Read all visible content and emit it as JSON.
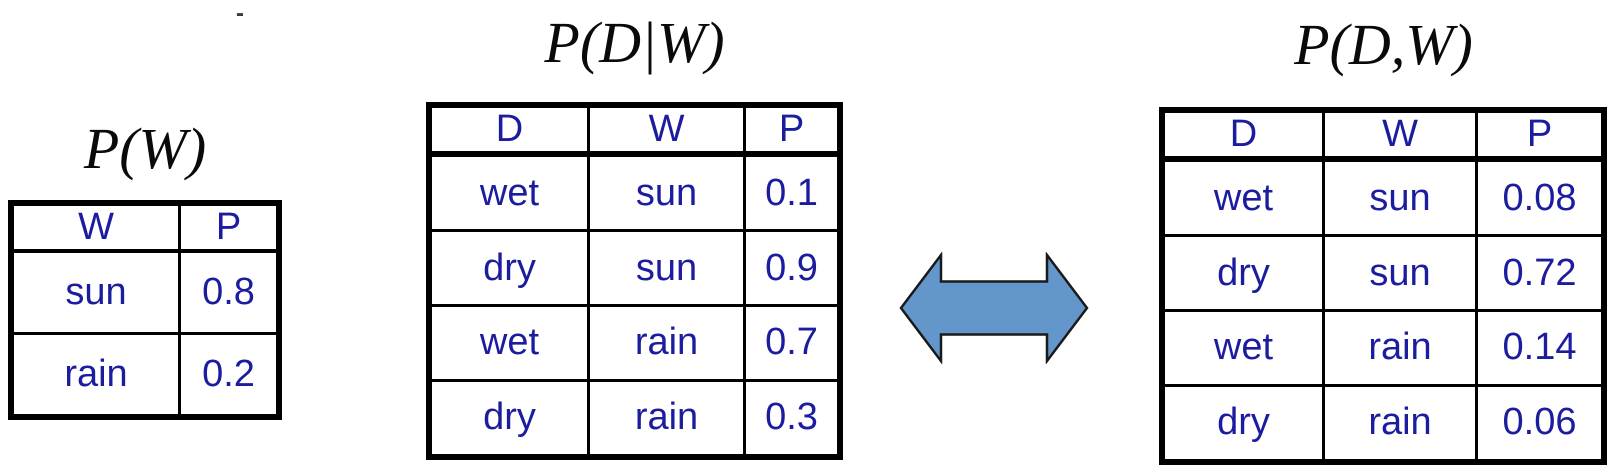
{
  "marks": {
    "top_dash": "-"
  },
  "colors": {
    "background": "#ffffff",
    "table_text": "#1c1c9e",
    "table_border": "#000000",
    "title_text": "#0a0a0a",
    "arrow_fill": "#6396cb",
    "arrow_stroke": "#1a1a1a"
  },
  "arrow": {
    "icon": "double-headed-arrow-icon",
    "direction": "horizontal",
    "meaning": "equivalence between conditional and joint tables"
  },
  "tables": {
    "prior": {
      "title": "P(W)",
      "headers": [
        "W",
        "P"
      ],
      "rows": [
        [
          "sun",
          "0.8"
        ],
        [
          "rain",
          "0.2"
        ]
      ]
    },
    "conditional": {
      "title": "P(D|W)",
      "headers": [
        "D",
        "W",
        "P"
      ],
      "rows": [
        [
          "wet",
          "sun",
          "0.1"
        ],
        [
          "dry",
          "sun",
          "0.9"
        ],
        [
          "wet",
          "rain",
          "0.7"
        ],
        [
          "dry",
          "rain",
          "0.3"
        ]
      ]
    },
    "joint": {
      "title": "P(D,W)",
      "headers": [
        "D",
        "W",
        "P"
      ],
      "rows": [
        [
          "wet",
          "sun",
          "0.08"
        ],
        [
          "dry",
          "sun",
          "0.72"
        ],
        [
          "wet",
          "rain",
          "0.14"
        ],
        [
          "dry",
          "rain",
          "0.06"
        ]
      ]
    }
  }
}
